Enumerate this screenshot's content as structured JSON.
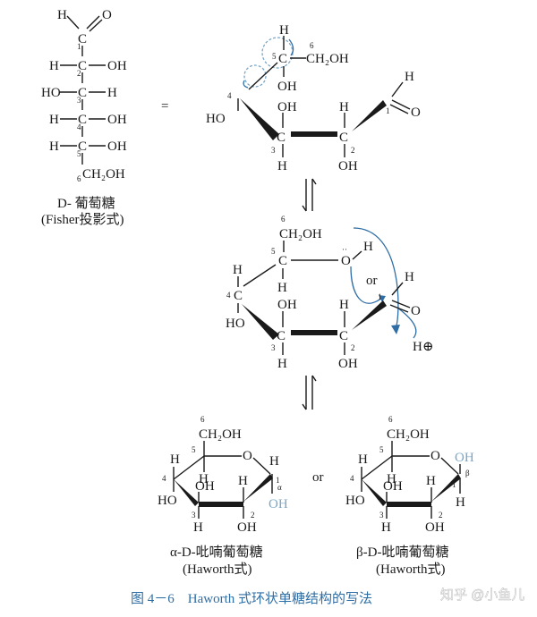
{
  "fisher": {
    "rows": [
      {
        "left": "H",
        "right": "O",
        "num": "1"
      },
      {
        "left": "H",
        "right": "OH",
        "num": "2"
      },
      {
        "left": "HO",
        "right": "H",
        "num": "3"
      },
      {
        "left": "H",
        "right": "OH",
        "num": "4"
      },
      {
        "left": "H",
        "right": "OH",
        "num": "5"
      },
      {
        "bottom": "CH2OH",
        "num": "6"
      }
    ],
    "atom_c": "C",
    "name": "D- 葡萄糖",
    "subtitle": "(Fisher投影式)"
  },
  "equals": "=",
  "labels": {
    "h": "H",
    "oh": "OH",
    "ho": "HO",
    "o": "O",
    "c": "C",
    "ch2oh": "CH₂OH",
    "or": "or",
    "h_plus": "H⊕",
    "n1": "1",
    "n2": "2",
    "n3": "3",
    "n4": "4",
    "n5": "5",
    "n6": "6",
    "alpha": "α",
    "beta": "β"
  },
  "haworth": {
    "alpha_name": "α-D-吡喃葡萄糖",
    "alpha_sub": "(Haworth式)",
    "beta_name": "β-D-吡喃葡萄糖",
    "beta_sub": "(Haworth式)"
  },
  "caption": "图 4－6　Haworth 式环状单糖结构的写法",
  "watermark": "知乎 @小鱼儿",
  "colors": {
    "accent": "#2f6ea5",
    "highlight": "#7aa7c7",
    "ink": "#1a1a1a"
  }
}
